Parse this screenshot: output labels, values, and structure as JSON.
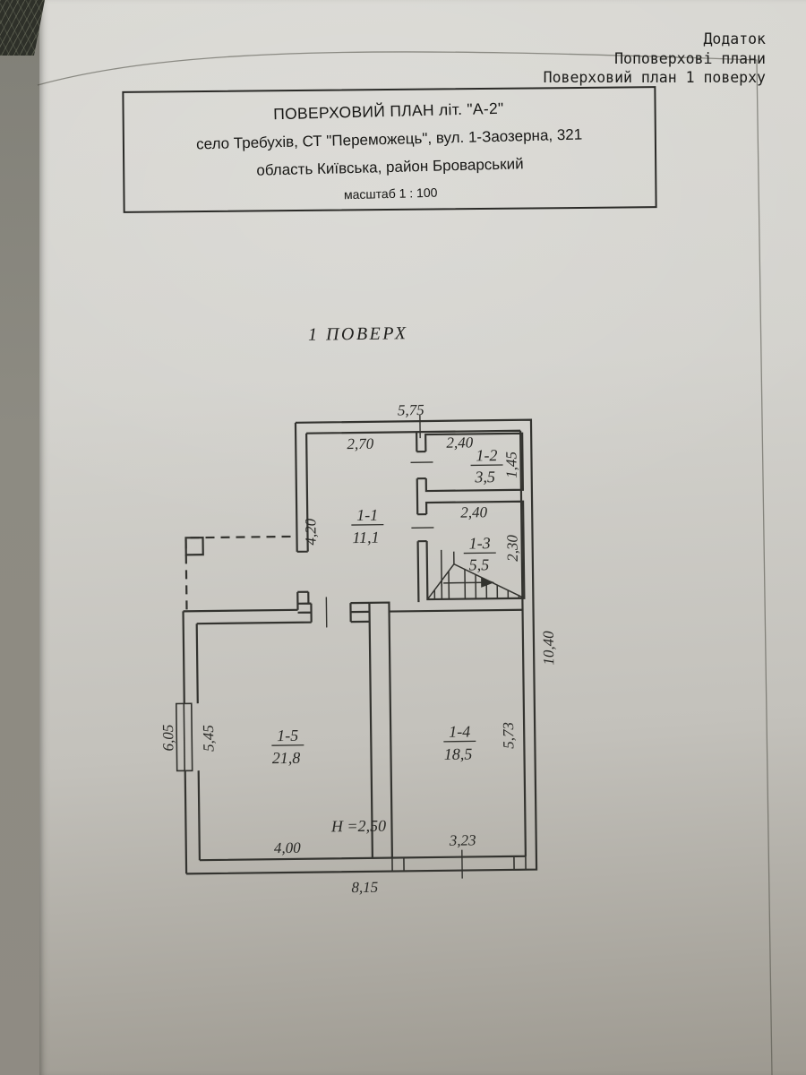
{
  "photo": {
    "corner_text_lines": [
      "Додаток",
      "Поповерхові плани",
      "Поверховий план 1 поверху"
    ]
  },
  "title_block": {
    "line1": "ПОВЕРХОВИЙ ПЛАН літ. \"А-2\"",
    "line2": "село Требухів, СТ \"Переможець\", вул. 1-Заозерна, 321",
    "line3": "область Київська, район Броварський",
    "line4": "масштаб 1 : 100"
  },
  "floor_heading": "1 ПОВЕРХ",
  "plan": {
    "rooms": [
      {
        "id": "1-1",
        "area": "11,1"
      },
      {
        "id": "1-2",
        "area": "3,5"
      },
      {
        "id": "1-3",
        "area": "5,5"
      },
      {
        "id": "1-4",
        "area": "18,5"
      },
      {
        "id": "1-5",
        "area": "21,8"
      }
    ],
    "dims": {
      "top_width": "5,75",
      "r11_width": "2,70",
      "r11_height": "4,20",
      "r12_width": "2,40",
      "r12_height": "1,45",
      "r13_width": "2,40",
      "r13_height": "2,30",
      "right_height": "10,40",
      "left_height": "6,05",
      "r15_height": "5,45",
      "r15_width": "4,00",
      "r14_width": "3,23",
      "r14_height": "5,73",
      "bottom_width": "8,15",
      "ceiling_height": "Н =2,50"
    }
  },
  "colors": {
    "paper": "#d3d2cd",
    "ink": "#2e2e2a",
    "dark_corner": "#2e3029",
    "under_page": "#8d8b82"
  }
}
